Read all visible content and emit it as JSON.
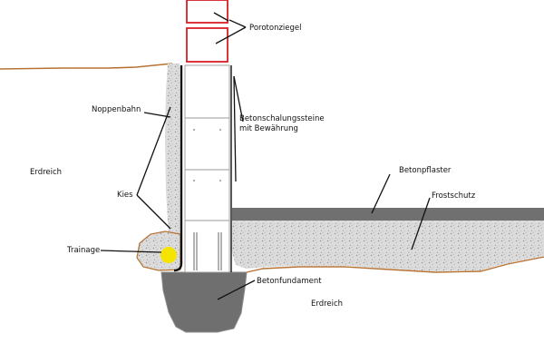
{
  "labels": {
    "porotonziegel": "Porotonziegel",
    "noppenbahn": "Noppenbahn",
    "betonschalung_line1": "Betonschalungssteine",
    "betonschalung_line2": "mit Bewährung",
    "erdreich_left": "Erdreich",
    "kies": "Kies",
    "betonpflaster": "Betonpflaster",
    "frostschutz": "Frostschutz",
    "trainage": "Trainage",
    "betonfundament": "Betonfundament",
    "erdreich_right": "Erdreich"
  },
  "colors": {
    "soil_line": "#b87333",
    "brick_outline": "#d81f26",
    "concrete_fill": "#6f6f6f",
    "pavement": "#707070",
    "gravel_fill": "#d9d9d9",
    "gravel_dots": "#9a9a9a",
    "drain": "#f5e400",
    "membrane": "#111111",
    "block_outline": "#9a9a9a"
  }
}
